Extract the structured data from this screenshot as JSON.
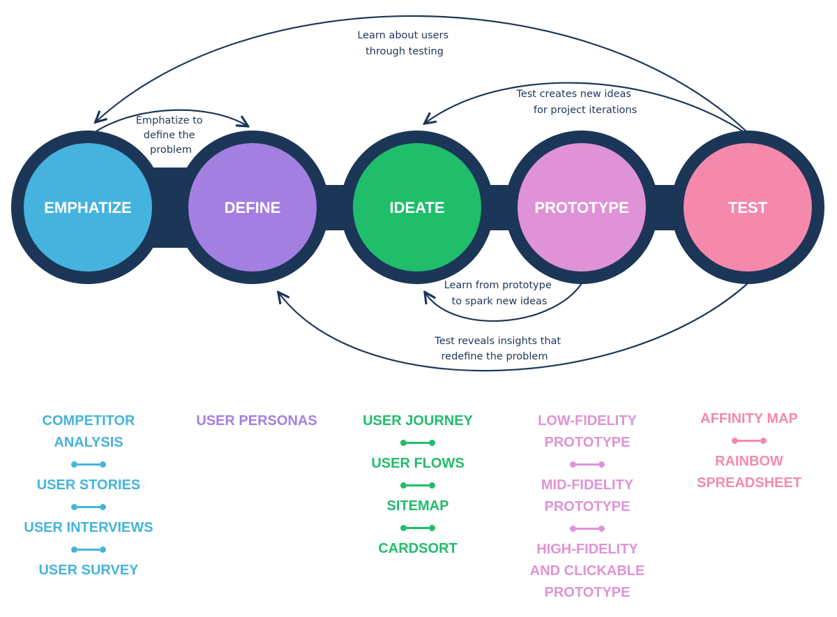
{
  "colors": {
    "navy": "#1c3658",
    "emphatize": "#45b3dd",
    "define": "#a47fe2",
    "ideate": "#20bd6b",
    "prototype": "#df93d6",
    "test": "#f589ab"
  },
  "stages": [
    {
      "key": "emphatize",
      "label": "EMPHATIZE"
    },
    {
      "key": "define",
      "label": "DEFINE"
    },
    {
      "key": "ideate",
      "label": "IDEATE"
    },
    {
      "key": "prototype",
      "label": "PROTOTYPE"
    },
    {
      "key": "test",
      "label": "TEST"
    }
  ],
  "arrows": {
    "learn_users": [
      "Learn about users",
      "through testing"
    ],
    "test_ideas": [
      "Test creates new ideas",
      "for  project iterations"
    ],
    "emphatize_define": [
      "Emphatize to",
      "define the",
      "problem"
    ],
    "learn_prototype": [
      "Learn from prototype",
      "to spark new ideas"
    ],
    "test_insights": [
      "Test reveals insights that",
      "redefine the problem"
    ]
  },
  "columns": [
    {
      "key": "emphatize",
      "items": [
        "COMPETITOR\nANALYSIS",
        "USER STORIES",
        "USER INTERVIEWS",
        "USER SURVEY"
      ]
    },
    {
      "key": "define",
      "items": [
        "USER PERSONAS"
      ]
    },
    {
      "key": "ideate",
      "items": [
        "USER JOURNEY",
        "USER FLOWS",
        "SITEMAP",
        "CARDSORT"
      ]
    },
    {
      "key": "prototype",
      "items": [
        "LOW-FIDELITY\nPROTOTYPE",
        "MID-FIDELITY\nPROTOTYPE",
        "HIGH-FIDELITY\nAND CLICKABLE\nPROTOTYPE"
      ]
    },
    {
      "key": "test",
      "items": [
        "AFFINITY MAP",
        "RAINBOW\nSPREADSHEET"
      ]
    }
  ]
}
